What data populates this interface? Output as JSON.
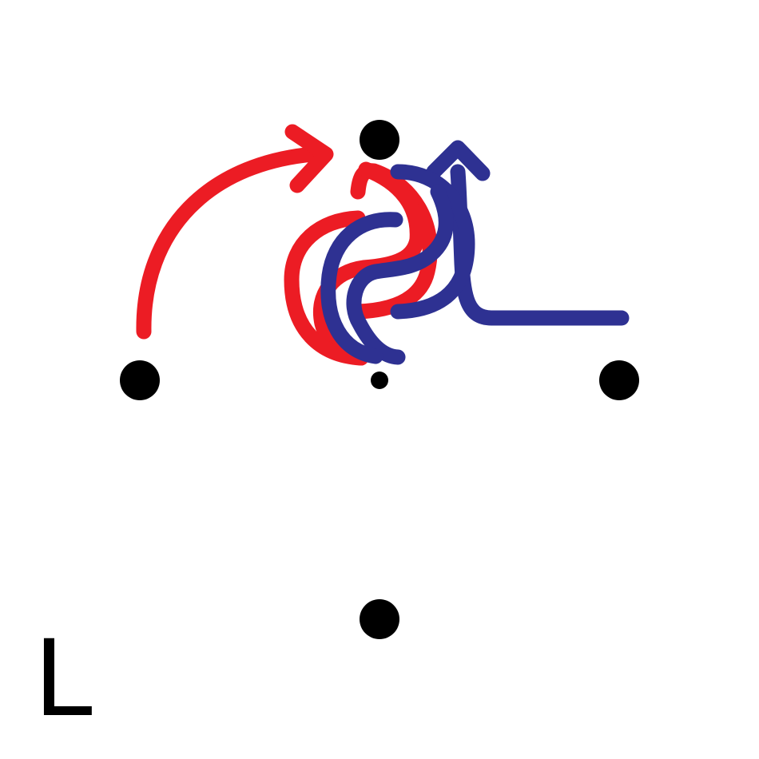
{
  "corner_label": "L",
  "colors": {
    "background": "#ffffff",
    "dot": "#000000",
    "red_path": "#ec1c24",
    "blue_path": "#2e3192",
    "label": "#000000"
  },
  "icons": {
    "dot": "filled-circle",
    "arrowhead": "chevron-arrowhead"
  }
}
